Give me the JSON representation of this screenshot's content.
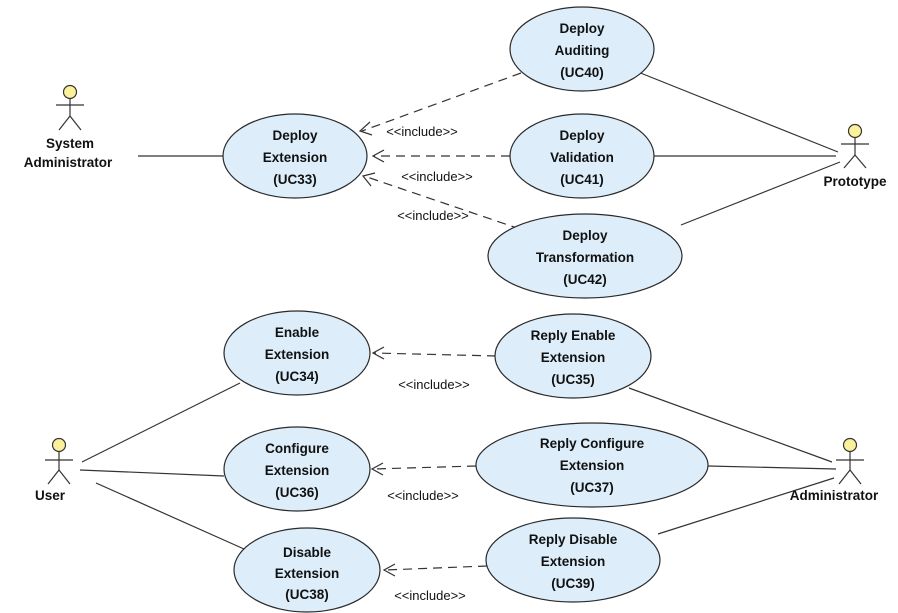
{
  "actors": {
    "sysadmin": {
      "name_lines": [
        "System",
        "Administrator"
      ]
    },
    "prototype": {
      "name_lines": [
        "Prototype"
      ]
    },
    "user": {
      "name_lines": [
        "User"
      ]
    },
    "administrator": {
      "name_lines": [
        "Administrator"
      ]
    }
  },
  "use_cases": {
    "uc33": {
      "lines": [
        "Deploy",
        "Extension",
        "(UC33)"
      ]
    },
    "uc40": {
      "lines": [
        "Deploy",
        "Auditing",
        "(UC40)"
      ]
    },
    "uc41": {
      "lines": [
        "Deploy",
        "Validation",
        "(UC41)"
      ]
    },
    "uc42": {
      "lines": [
        "Deploy",
        "Transformation",
        "(UC42)"
      ]
    },
    "uc34": {
      "lines": [
        "Enable",
        "Extension",
        "(UC34)"
      ]
    },
    "uc35": {
      "lines": [
        "Reply Enable",
        "Extension",
        "(UC35)"
      ]
    },
    "uc36": {
      "lines": [
        "Configure",
        "Extension",
        "(UC36)"
      ]
    },
    "uc37": {
      "lines": [
        "Reply Configure",
        "Extension",
        "(UC37)"
      ]
    },
    "uc38": {
      "lines": [
        "Disable",
        "Extension",
        "(UC38)"
      ]
    },
    "uc39": {
      "lines": [
        "Reply Disable",
        "Extension",
        "(UC39)"
      ]
    }
  },
  "includes": {
    "inc40": {
      "label": "<<include>>"
    },
    "inc41": {
      "label": "<<include>>"
    },
    "inc42": {
      "label": "<<include>>"
    },
    "inc35": {
      "label": "<<include>>"
    },
    "inc37": {
      "label": "<<include>>"
    },
    "inc39": {
      "label": "<<include>>"
    }
  }
}
